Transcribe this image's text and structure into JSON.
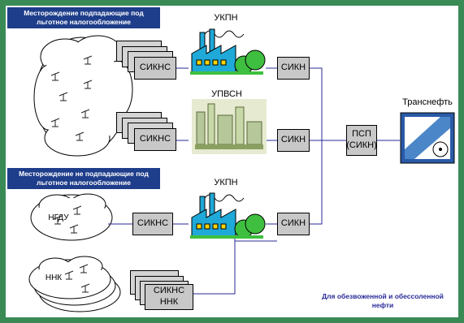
{
  "fields_preferential": "Месторождение подпадающие под льготное налогообложение",
  "fields_non_preferential": "Месторождение не подпадающие под льготное налогообложение",
  "ukpn_top": "УКПН",
  "upvsn": "УПВСН",
  "ukpn_bottom": "УКПН",
  "siknc_1": "СИКНС",
  "siknc_2": "СИКНС",
  "siknc_3": "СИКНС",
  "siknc_nnk_line1": "СИКНС",
  "siknc_nnk_line2": "ННК",
  "sikn_1": "СИКН",
  "sikn_2": "СИКН",
  "sikn_3": "СИКН",
  "psp_line1": "ПСП",
  "psp_line2": "(СИКН)",
  "transneft": "Транснефть",
  "ngdu": "НГДУ",
  "nnk": "ННК",
  "note": "Для обезвоженной и обессоленной нефти",
  "colors": {
    "frame": "#3a8a55",
    "title_bg": "#1e3d8a",
    "note": "#2a2a9a",
    "line": "#2a2a9a",
    "box": "#c8c8c8",
    "factory": "#1fa9d8"
  }
}
